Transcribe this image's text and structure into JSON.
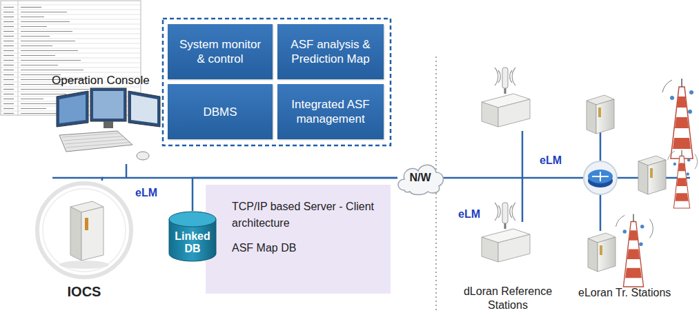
{
  "diagram": {
    "nodes": [
      {
        "text": [
          "System monitor & control"
        ]
      },
      {
        "text": [
          "ASF analysis & Prediction Map"
        ]
      },
      {
        "text": [
          "DBMS"
        ]
      },
      {
        "text": [
          "Integrated ASF management"
        ]
      },
      {
        "text": [
          "IOCS"
        ]
      },
      {
        "text": [
          "Linked DB"
        ]
      },
      {
        "text": [
          "TCP/IP based Server - Client architecture",
          "ASF Map DB"
        ]
      },
      {
        "text": [
          "N/W"
        ]
      }
    ],
    "edges": [
      {
        "from": 4,
        "to": 7,
        "arrow": "none"
      },
      {
        "from": 5,
        "to": 7,
        "arrow": "none"
      }
    ],
    "labels": [
      "Operation Console",
      "eLM",
      "eLM",
      "eLM",
      "dLoran Reference Stations",
      "eLoran Tr. Stations"
    ]
  }
}
